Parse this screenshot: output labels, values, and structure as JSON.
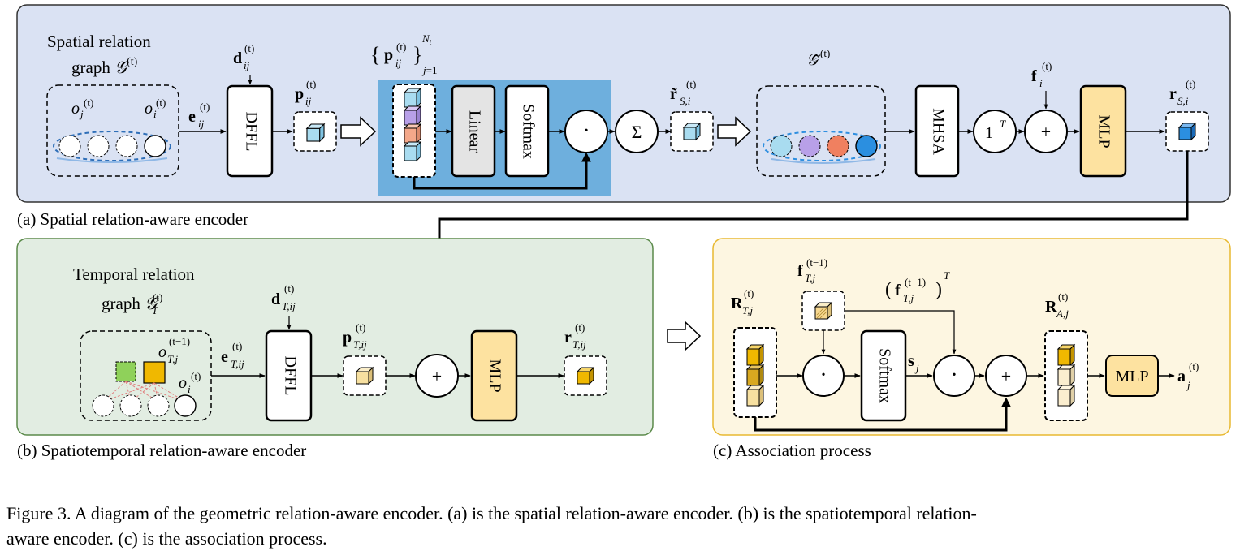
{
  "panels": {
    "a": {
      "caption": "(a) Spatial relation-aware encoder"
    },
    "b": {
      "caption": "(b) Spatiotemporal relation-aware encoder"
    },
    "c": {
      "caption": "(c) Association process"
    }
  },
  "labels": {
    "spatial_graph_1": "Spatial  relation",
    "spatial_graph_2": "graph",
    "spatial_graph_sym": "𝒢",
    "temporal_graph_1": "Temporal relation",
    "temporal_graph_2": "graph",
    "temporal_graph_sym": "𝒢",
    "dfll": "DFFL",
    "linear": "Linear",
    "softmax": "Softmax",
    "mhsa": "MHSA",
    "mlp": "MLP",
    "one_t": "1",
    "one_t_sup": "T",
    "plus": "+",
    "dot": "·",
    "sum": "Σ",
    "t_sup": "(t)",
    "tm1_sup": "(t−1)"
  },
  "figure_caption": {
    "line1": "Figure 3.  A diagram of the geometric relation-aware encoder. (a) is the spatial relation-aware encoder. (b) is the spatiotemporal relation-",
    "line2": "aware encoder. (c) is the association process."
  },
  "colors": {
    "panel_a_fill": "#dae2f3",
    "panel_b_fill": "#e2ede2",
    "panel_b_border": "#5b8a4a",
    "panel_c_fill": "#fdf6e1",
    "panel_c_border": "#e8b931",
    "highlight": "#6eafdd",
    "light_blue_cube": "#a9dcf0",
    "blue_cube": "#2b8fe0",
    "purple_cube": "#b8a0e8",
    "orange_cube": "#f4a88a",
    "mlp_fill": "#fde2a0",
    "gold_cube": "#f0b800",
    "pale_gold_cube": "#f7e0a0",
    "green_square": "#8fd15a",
    "grey_box": "#e4e4e4"
  }
}
